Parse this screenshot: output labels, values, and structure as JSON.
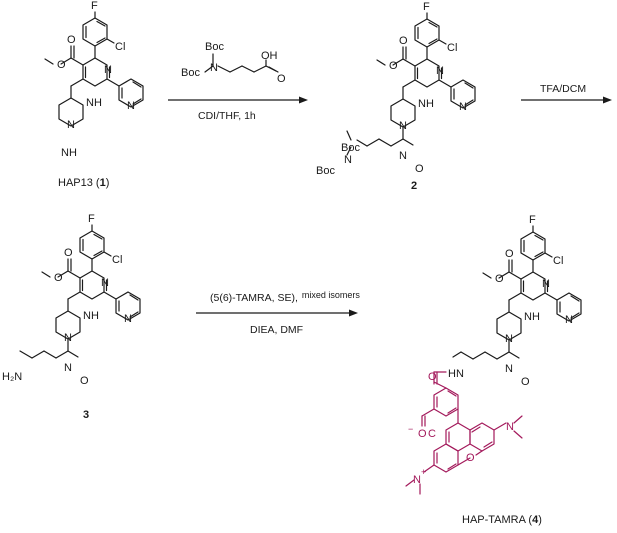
{
  "colors": {
    "bond": "#1a1a1a",
    "tamra": "#a3195b"
  },
  "atoms": {
    "F": "F",
    "Cl": "Cl",
    "O": "O",
    "N": "N",
    "NH": "NH",
    "HN": "HN",
    "H": "H",
    "Boc": "Boc",
    "OH": "OH",
    "NH2": "H₂N",
    "H2": "H",
    "Nplus": "N",
    "plus": "+",
    "Ominus": "O",
    "minus": "−",
    "CO2": "C"
  },
  "compounds": {
    "c1": {
      "name": "HAP13 (",
      "num": "1",
      "close": ")"
    },
    "c2": {
      "num": "2"
    },
    "c3": {
      "num": "3"
    },
    "c4": {
      "name": "HAP-TAMRA (",
      "num": "4",
      "close": ")"
    }
  },
  "steps": {
    "step1": {
      "below": "CDI/THF, 1h"
    },
    "step2": {
      "above": "TFA/DCM"
    },
    "step3": {
      "above_a": "(5(6)-TAMRA, SE),",
      "above_b": "mixed isomers",
      "below": "DIEA, DMF"
    }
  }
}
